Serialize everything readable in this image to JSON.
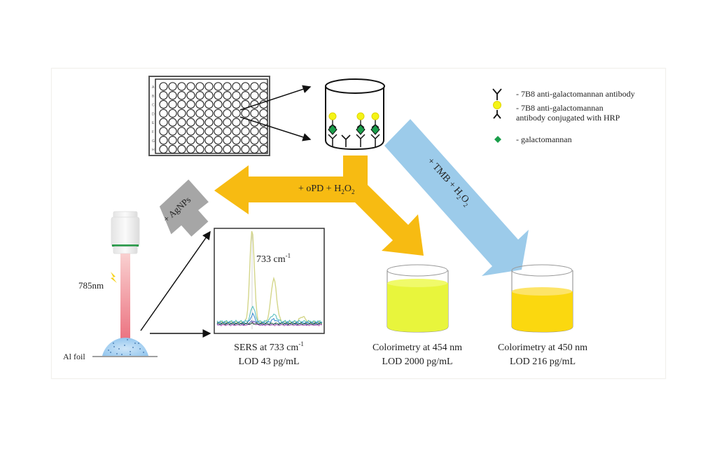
{
  "legend": {
    "items": [
      {
        "icon": "capture-antibody-icon",
        "text": "- 7B8 anti-galactomannan antibody"
      },
      {
        "icon": "hrp-antibody-icon",
        "text_line1": "- 7B8 anti-galactomannan",
        "text_line2": "antibody conjugated with HRP"
      },
      {
        "icon": "galactomannan-icon",
        "text": "- galactomannan"
      }
    ]
  },
  "plate": {
    "row_labels": [
      "A",
      "B",
      "C",
      "D",
      "E",
      "F",
      "G",
      "H"
    ],
    "rows": 8,
    "cols": 12
  },
  "arrows": {
    "opd": {
      "text": "+ oPD + H",
      "sub1": "2",
      "mid": "O",
      "sub2": "2",
      "color": "#f7bb12"
    },
    "tmb": {
      "text": "+ TMB + H",
      "sub1": "2",
      "mid": "O",
      "sub2": "2",
      "color": "#9ccbea"
    },
    "agnps": {
      "text": "+ AgNPs",
      "color": "#a6a6a6"
    }
  },
  "sers": {
    "laser_label": "785nm",
    "substrate_label": "Al foil",
    "peak_label": "733 cm",
    "peak_sup": "-1",
    "caption_line1": "SERS at 733 cm",
    "caption_line1_sup": "-1",
    "caption_line2": "LOD 43 pg/mL"
  },
  "colorimetry_opd": {
    "caption_line1": "Colorimetry at 454 nm",
    "caption_line2": "LOD 2000 pg/mL",
    "liquid_color": "#e8f53c"
  },
  "colorimetry_tmb": {
    "caption_line1": "Colorimetry at 450 nm",
    "caption_line2": "LOD 216 pg/mL",
    "liquid_color": "#fbd80f"
  },
  "colors": {
    "hrp": "#f4f416",
    "galactomannan": "#1a9e4a",
    "laser": "#f08a8a",
    "droplet": "#a9d3f2"
  }
}
